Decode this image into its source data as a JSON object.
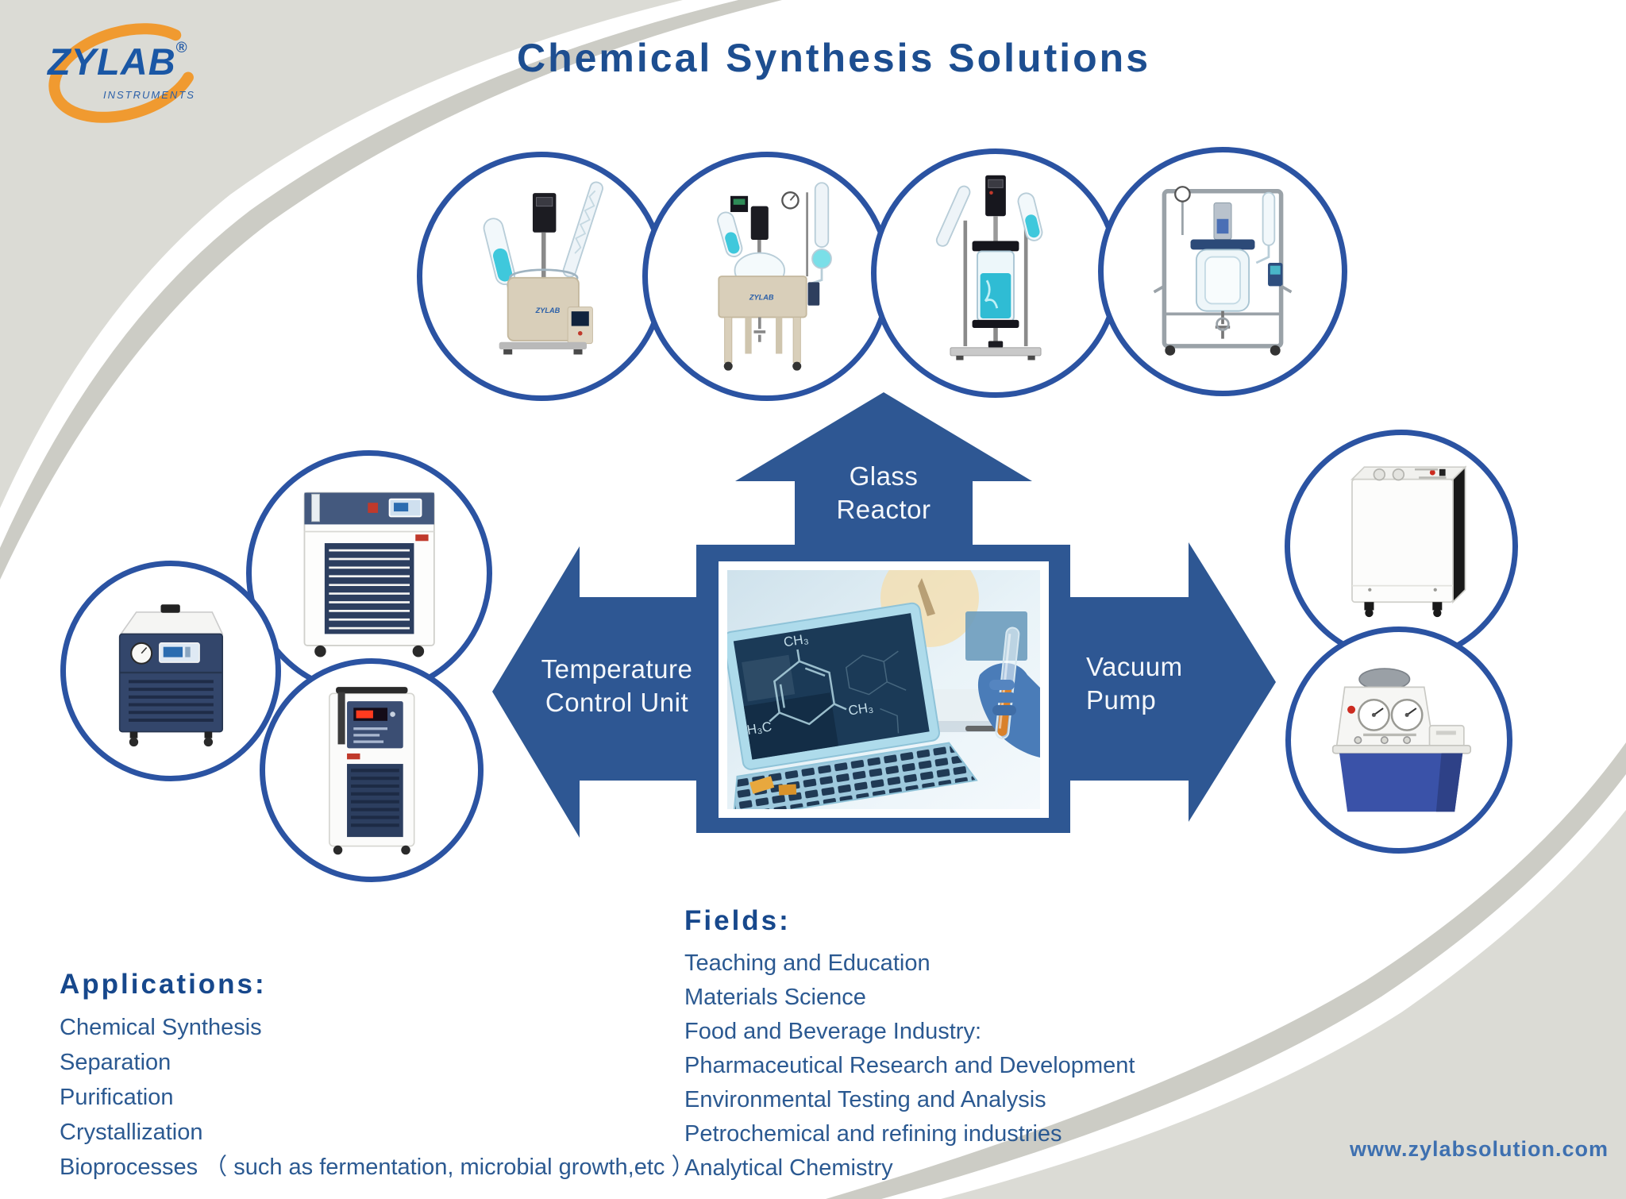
{
  "logo": {
    "name": "ZYLAB",
    "reg": "®",
    "tagline": "INSTRUMENTS"
  },
  "title": "Chemical Synthesis Solutions",
  "arrows": {
    "up": [
      "Glass",
      "Reactor"
    ],
    "left": [
      "Temperature",
      "Control Unit"
    ],
    "right": [
      "Vacuum",
      "Pump"
    ]
  },
  "photo": {
    "molecule": {
      "top": "CH₃",
      "right": "CH₃",
      "left": "H₃C"
    }
  },
  "products": {
    "brand_mark": "ZYLAB"
  },
  "applications": {
    "heading": "Applications:",
    "items": [
      "Chemical Synthesis",
      "Separation",
      "Purification",
      "Crystallization",
      "Bioprocesses （ such as fermentation, microbial growth,etc ）"
    ]
  },
  "fields": {
    "heading": "Fields:",
    "items": [
      "Teaching and Education",
      "Materials Science",
      "Food and Beverage Industry:",
      "Pharmaceutical Research and Development",
      "Environmental Testing and Analysis",
      "Petrochemical and refining industries",
      "Analytical Chemistry"
    ]
  },
  "website": "www.zylabsolution.com",
  "colors": {
    "arrow_blue": "#2e5793",
    "ring_blue": "#2b53a2",
    "title_blue": "#1d4e90",
    "logo_orange": "#f09a30",
    "swoosh_gray": "#dbdbd5",
    "tank_blue": "#3a52a8",
    "liquid_cyan": "#3fc8dc",
    "liquid_orange": "#d9812a"
  }
}
